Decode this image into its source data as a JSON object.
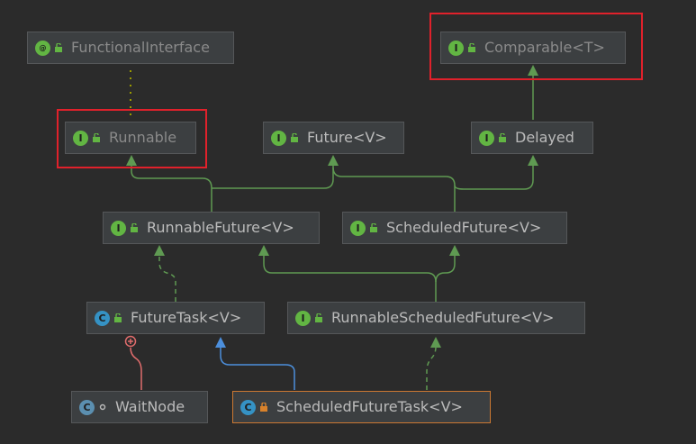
{
  "nodes": {
    "functional_interface": {
      "label": "FunctionalInterface",
      "icon": "annotation-icon",
      "kind": "@"
    },
    "comparable": {
      "label": "Comparable<T>",
      "icon": "interface-icon",
      "kind": "I"
    },
    "runnable": {
      "label": "Runnable",
      "icon": "interface-icon",
      "kind": "I"
    },
    "future": {
      "label": "Future<V>",
      "icon": "interface-icon",
      "kind": "I"
    },
    "delayed": {
      "label": "Delayed",
      "icon": "interface-icon",
      "kind": "I"
    },
    "runnable_future": {
      "label": "RunnableFuture<V>",
      "icon": "interface-icon",
      "kind": "I"
    },
    "scheduled_future": {
      "label": "ScheduledFuture<V>",
      "icon": "interface-icon",
      "kind": "I"
    },
    "future_task": {
      "label": "FutureTask<V>",
      "icon": "class-icon",
      "kind": "C"
    },
    "runnable_scheduled_future": {
      "label": "RunnableScheduledFuture<V>",
      "icon": "interface-icon",
      "kind": "I"
    },
    "wait_node": {
      "label": "WaitNode",
      "icon": "static-class-icon",
      "kind": "C"
    },
    "scheduled_future_task": {
      "label": "ScheduledFutureTask<V>",
      "icon": "class-icon",
      "kind": "C"
    }
  },
  "colors": {
    "background": "#2b2b2b",
    "node_fill": "#3c3f41",
    "extends_edge": "#5f9a52",
    "class_extends_edge": "#4c8fdc",
    "inner_class_edge": "#e06c6c",
    "annotation_edge": "#9a9a00",
    "highlight": "#e0212b",
    "selected_border": "#cc7832"
  }
}
